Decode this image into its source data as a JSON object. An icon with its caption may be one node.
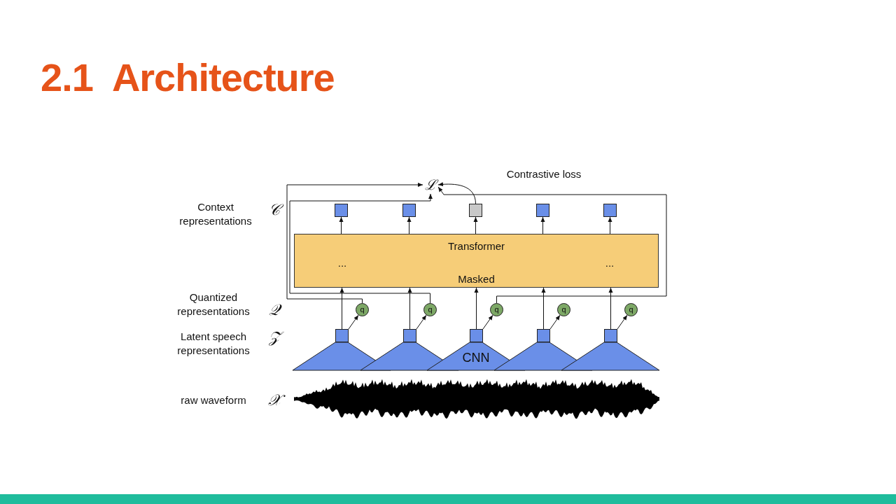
{
  "diagram": {
    "title": "2.1  Architecture",
    "nodes": [
      {
        "text": [
          "Transformer",
          "...",
          "Masked",
          "..."
        ]
      },
      {
        "text": [
          "ℒ"
        ]
      },
      {
        "text": [],
        "shape": "box"
      },
      {
        "text": [],
        "shape": "box"
      },
      {
        "text": [],
        "shape": "box"
      },
      {
        "text": [],
        "shape": "box"
      },
      {
        "text": [],
        "shape": "box"
      },
      {
        "text": [
          "q"
        ]
      },
      {
        "text": [
          "q"
        ]
      },
      {
        "text": [
          "q"
        ]
      },
      {
        "text": [
          "q"
        ]
      },
      {
        "text": [
          "q"
        ]
      },
      {
        "text": [],
        "shape": "box"
      },
      {
        "text": [],
        "shape": "box"
      },
      {
        "text": [],
        "shape": "box"
      },
      {
        "text": [],
        "shape": "box"
      },
      {
        "text": [],
        "shape": "box"
      },
      {
        "text": [],
        "shape": "trapezoid"
      },
      {
        "text": [],
        "shape": "trapezoid"
      },
      {
        "text": [
          "CNN"
        ]
      },
      {
        "text": [],
        "shape": "trapezoid"
      },
      {
        "text": [],
        "shape": "trapezoid"
      }
    ],
    "edges": [
      {
        "from": 0,
        "to": 2,
        "arrow": "to"
      },
      {
        "from": 0,
        "to": 3,
        "arrow": "to"
      },
      {
        "from": 0,
        "to": 4,
        "arrow": "to"
      },
      {
        "from": 0,
        "to": 5,
        "arrow": "to"
      },
      {
        "from": 0,
        "to": 6,
        "arrow": "to"
      },
      {
        "from": 12,
        "to": 0,
        "arrow": "to"
      },
      {
        "from": 13,
        "to": 0,
        "arrow": "to"
      },
      {
        "from": 14,
        "to": 0,
        "arrow": "to"
      },
      {
        "from": 15,
        "to": 0,
        "arrow": "to"
      },
      {
        "from": 16,
        "to": 0,
        "arrow": "to"
      },
      {
        "from": 12,
        "to": 7,
        "arrow": "to"
      },
      {
        "from": 13,
        "to": 8,
        "arrow": "to"
      },
      {
        "from": 14,
        "to": 9,
        "arrow": "to"
      },
      {
        "from": 15,
        "to": 10,
        "arrow": "to"
      },
      {
        "from": 16,
        "to": 11,
        "arrow": "to"
      },
      {
        "from": 7,
        "to": 1,
        "arrow": "to"
      },
      {
        "from": 8,
        "to": 1,
        "arrow": "to"
      },
      {
        "from": 9,
        "to": 1,
        "arrow": "to"
      },
      {
        "from": 4,
        "to": 1,
        "arrow": "to"
      }
    ],
    "labels": [
      "Contrastive loss",
      "Context representations",
      "𝒞",
      "Quantized representations",
      "𝒬",
      "Latent speech representations",
      "𝒵",
      "raw waveform",
      "𝒳"
    ]
  }
}
